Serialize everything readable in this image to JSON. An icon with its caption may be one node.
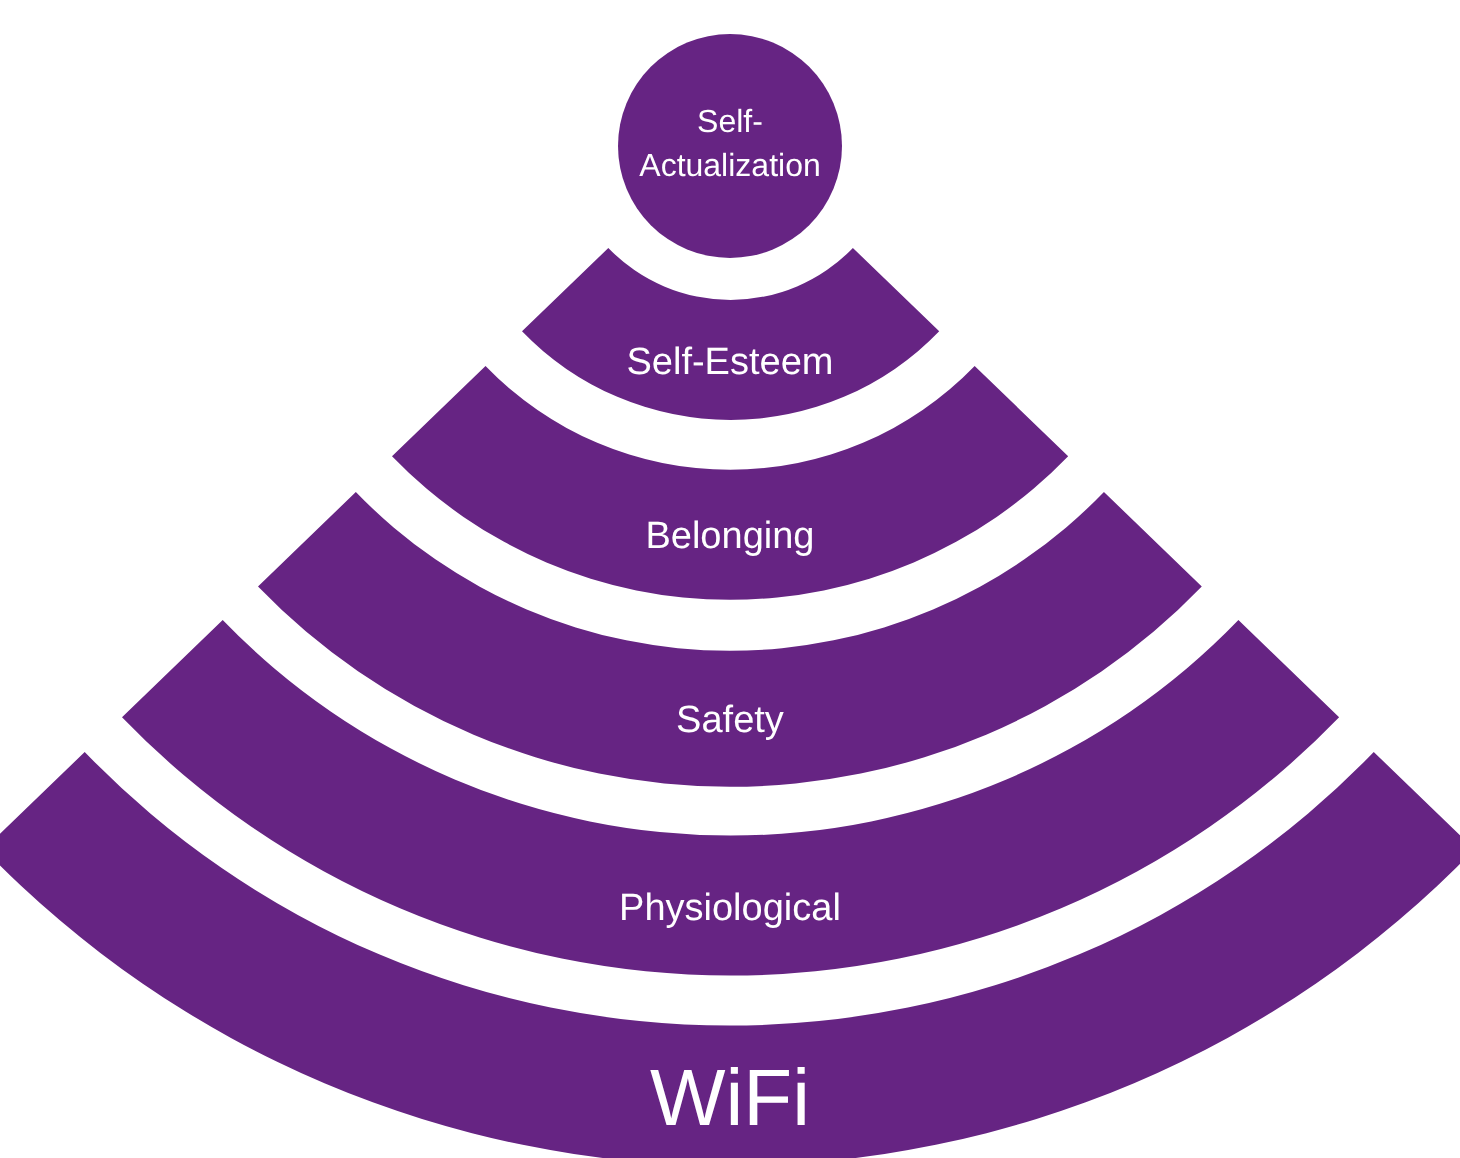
{
  "diagram": {
    "nodes": [
      {
        "text": [
          "Self- Actualization"
        ]
      },
      {
        "text": [
          "Self-Esteem"
        ]
      },
      {
        "text": [
          "Belonging"
        ]
      },
      {
        "text": [
          "Safety"
        ]
      },
      {
        "text": [
          "Physiological"
        ]
      },
      {
        "text": [
          "WiFi"
        ]
      }
    ]
  }
}
